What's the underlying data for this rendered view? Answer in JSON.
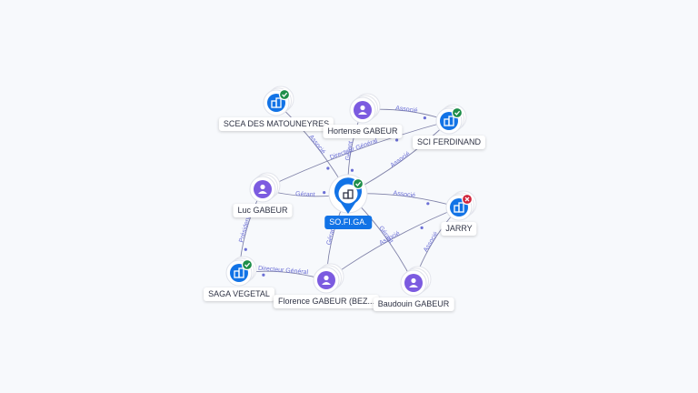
{
  "colors": {
    "company": "#1273e6",
    "person": "#7c5be0",
    "active": "#1e8e4a",
    "closed": "#d0253c",
    "edge": "#6c6f9a",
    "edge_label": "#6b6fd6"
  },
  "center": {
    "id": "sofiga",
    "label": "SO.FI.GA.",
    "status": "active",
    "icon": "building-icon"
  },
  "nodes": [
    {
      "id": "scea",
      "label": "SCEA DES MATOUNEYRES",
      "kind": "company",
      "status": "active",
      "icon": "building-icon"
    },
    {
      "id": "hortense",
      "label": "Hortense GABEUR",
      "kind": "person",
      "icon": "person-icon"
    },
    {
      "id": "sciferdinand",
      "label": "SCI FERDINAND",
      "kind": "company",
      "status": "active",
      "icon": "building-icon"
    },
    {
      "id": "luc",
      "label": "Luc GABEUR",
      "kind": "person",
      "icon": "person-icon"
    },
    {
      "id": "jarry",
      "label": "JARRY",
      "kind": "company",
      "status": "closed",
      "icon": "building-icon"
    },
    {
      "id": "saga",
      "label": "SAGA VEGETAL",
      "kind": "company",
      "status": "active",
      "icon": "building-icon"
    },
    {
      "id": "florence",
      "label": "Florence GABEUR (BEZ...",
      "kind": "person",
      "icon": "person-icon"
    },
    {
      "id": "baudouin",
      "label": "Baudouin GABEUR",
      "kind": "person",
      "icon": "person-icon"
    }
  ],
  "edges": [
    {
      "from": "scea",
      "to": "sofiga",
      "label": "Associé"
    },
    {
      "from": "hortense",
      "to": "sofiga",
      "label": "Gérant"
    },
    {
      "from": "hortense",
      "to": "sciferdinand",
      "label": "Associé"
    },
    {
      "from": "luc",
      "to": "sofiga",
      "label": "Gérant"
    },
    {
      "from": "luc",
      "to": "sciferdinand",
      "label": "Directeur Général"
    },
    {
      "from": "luc",
      "to": "saga",
      "label": "Président"
    },
    {
      "from": "sofiga",
      "to": "jarry",
      "label": "Associé"
    },
    {
      "from": "sofiga",
      "to": "sciferdinand",
      "label": "Associé"
    },
    {
      "from": "florence",
      "to": "sofiga",
      "label": "Gérant"
    },
    {
      "from": "florence",
      "to": "saga",
      "label": "Directeur Général"
    },
    {
      "from": "florence",
      "to": "jarry",
      "label": "Associé"
    },
    {
      "from": "baudouin",
      "to": "sofiga",
      "label": "Gérant"
    },
    {
      "from": "baudouin",
      "to": "jarry",
      "label": "Associé"
    }
  ]
}
